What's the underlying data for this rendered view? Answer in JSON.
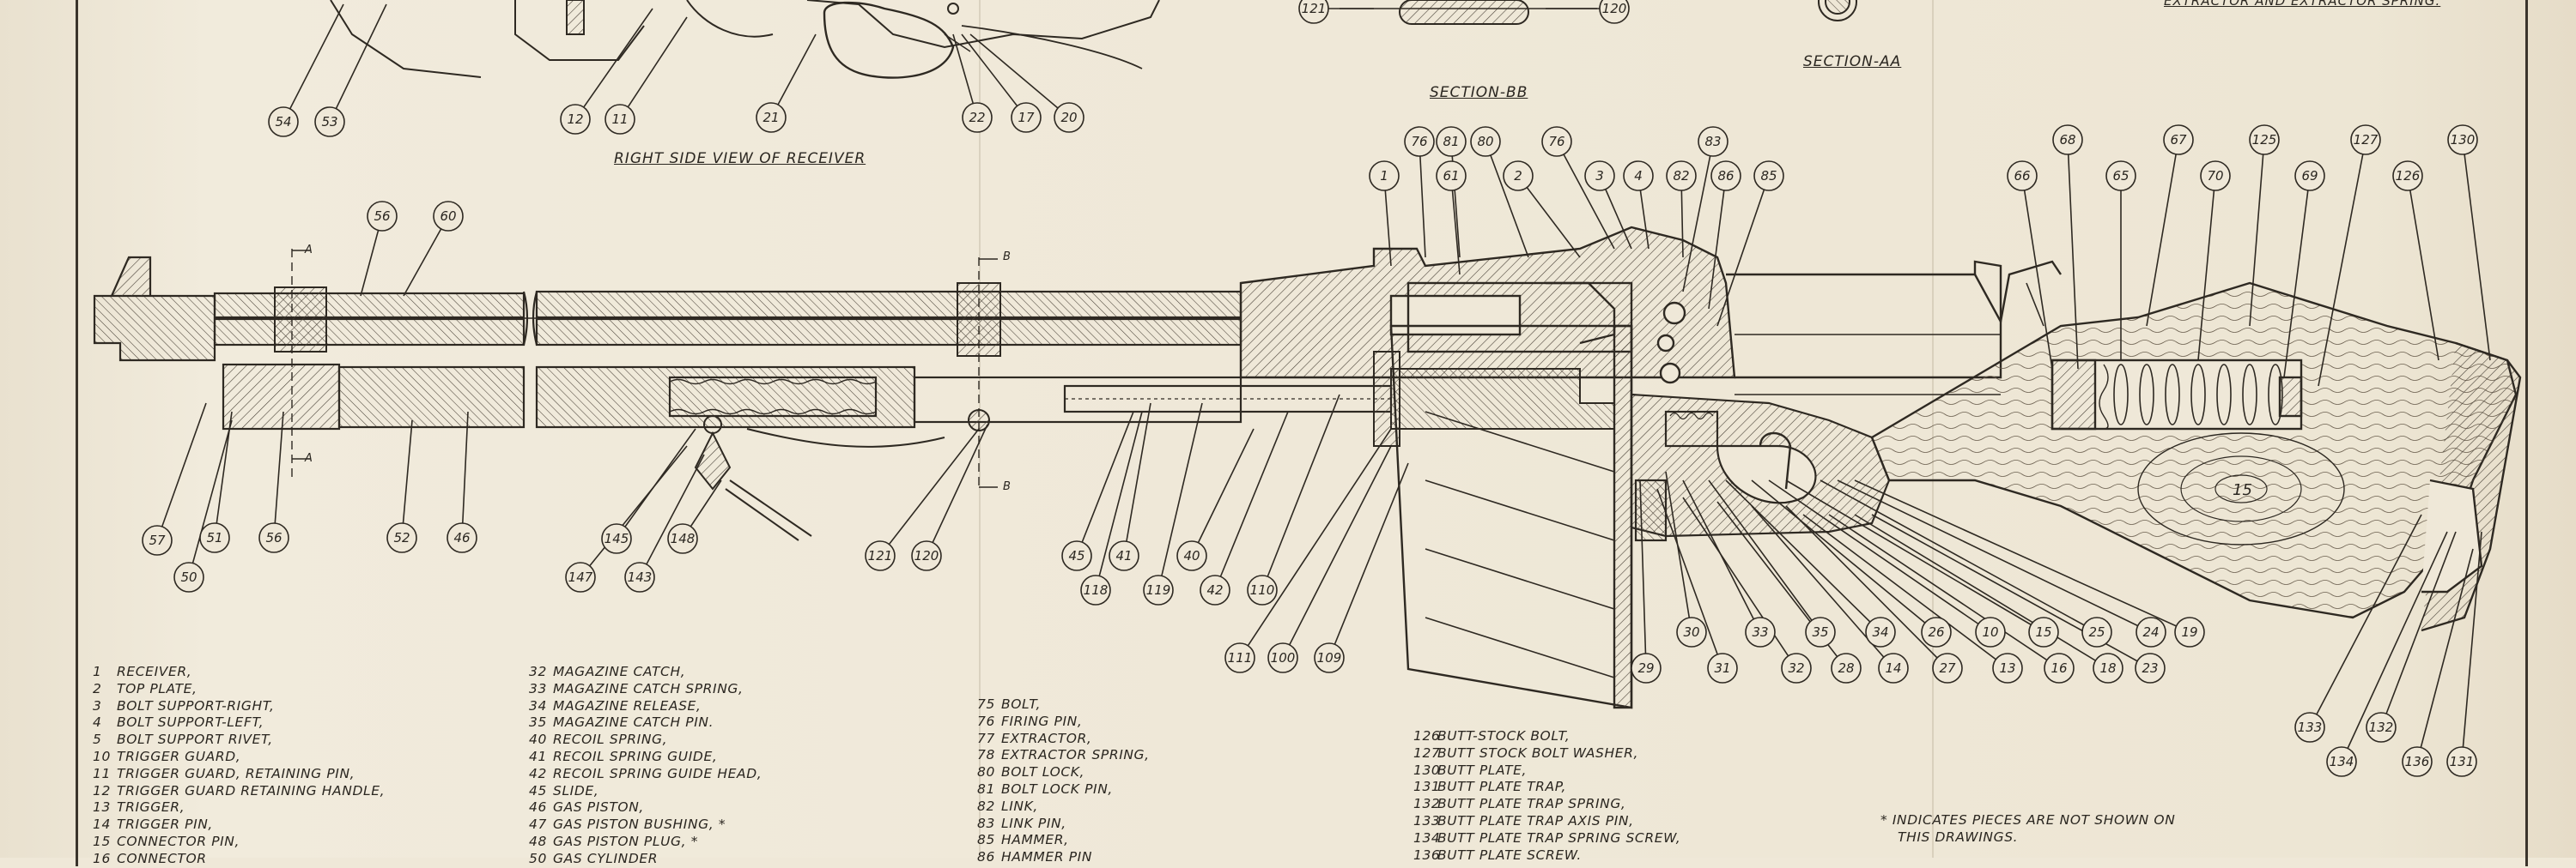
{
  "captions": {
    "right_side_view": "RIGHT SIDE VIEW OF RECEIVER",
    "section_bb": "SECTION-BB",
    "section_aa": "SECTION-AA",
    "top_right_partial": "EXTRACTOR AND EXTRACTOR SPRING."
  },
  "section_marks": {
    "a_top": "A",
    "a_bottom": "A",
    "b_top": "B",
    "b_bottom": "B"
  },
  "legend_col1": [
    {
      "num": "1",
      "name": "RECEIVER,"
    },
    {
      "num": "2",
      "name": "TOP PLATE,"
    },
    {
      "num": "3",
      "name": "BOLT SUPPORT-RIGHT,"
    },
    {
      "num": "4",
      "name": "BOLT SUPPORT-LEFT,"
    },
    {
      "num": "5",
      "name": "BOLT SUPPORT RIVET,"
    },
    {
      "num": "10",
      "name": "TRIGGER GUARD,"
    },
    {
      "num": "11",
      "name": "TRIGGER GUARD, RETAINING PIN,"
    },
    {
      "num": "12",
      "name": "TRIGGER GUARD RETAINING HANDLE,"
    },
    {
      "num": "13",
      "name": "TRIGGER,"
    },
    {
      "num": "14",
      "name": "TRIGGER PIN,"
    },
    {
      "num": "15",
      "name": "CONNECTOR PIN,"
    },
    {
      "num": "16",
      "name": "CONNECTOR"
    }
  ],
  "legend_col2": [
    {
      "num": "32",
      "name": "MAGAZINE CATCH,"
    },
    {
      "num": "33",
      "name": "MAGAZINE CATCH SPRING,"
    },
    {
      "num": "34",
      "name": "MAGAZINE RELEASE,"
    },
    {
      "num": "35",
      "name": "MAGAZINE CATCH PIN."
    },
    {
      "num": "40",
      "name": "RECOIL SPRING,"
    },
    {
      "num": "41",
      "name": "RECOIL SPRING GUIDE,"
    },
    {
      "num": "42",
      "name": "RECOIL SPRING GUIDE HEAD,"
    },
    {
      "num": "45",
      "name": "SLIDE,"
    },
    {
      "num": "46",
      "name": "GAS PISTON,"
    },
    {
      "num": "47",
      "name": "GAS PISTON BUSHING, *"
    },
    {
      "num": "48",
      "name": "GAS PISTON PLUG, *"
    },
    {
      "num": "50",
      "name": "GAS CYLINDER"
    }
  ],
  "legend_col3": [
    {
      "num": "75",
      "name": "BOLT,"
    },
    {
      "num": "76",
      "name": "FIRING PIN,"
    },
    {
      "num": "77",
      "name": "EXTRACTOR,"
    },
    {
      "num": "78",
      "name": "EXTRACTOR SPRING,"
    },
    {
      "num": "80",
      "name": "BOLT LOCK,"
    },
    {
      "num": "81",
      "name": "BOLT LOCK PIN,"
    },
    {
      "num": "82",
      "name": "LINK,"
    },
    {
      "num": "83",
      "name": "LINK PIN,"
    },
    {
      "num": "85",
      "name": "HAMMER,"
    },
    {
      "num": "86",
      "name": "HAMMER PIN"
    }
  ],
  "legend_col4": [
    {
      "num": "126",
      "name": "BUTT-STOCK BOLT,"
    },
    {
      "num": "127",
      "name": "BUTT STOCK BOLT WASHER,"
    },
    {
      "num": "130",
      "name": "BUTT PLATE,"
    },
    {
      "num": "131",
      "name": "BUTT PLATE TRAP,"
    },
    {
      "num": "132",
      "name": "BUTT PLATE TRAP SPRING,"
    },
    {
      "num": "133",
      "name": "BUTT PLATE TRAP AXIS PIN,"
    },
    {
      "num": "134",
      "name": "BUTT PLATE TRAP SPRING SCREW,"
    },
    {
      "num": "136",
      "name": "BUTT PLATE SCREW."
    }
  ],
  "note": {
    "line1": "* INDICATES PIECES ARE NOT SHOWN ON",
    "line2": "THIS DRAWINGS."
  },
  "callouts": [
    {
      "label": "54"
    },
    {
      "label": "53"
    },
    {
      "label": "12"
    },
    {
      "label": "11"
    },
    {
      "label": "21"
    },
    {
      "label": "22"
    },
    {
      "label": "17"
    },
    {
      "label": "20"
    },
    {
      "label": "121"
    },
    {
      "label": "120"
    },
    {
      "label": "76"
    },
    {
      "label": "81"
    },
    {
      "label": "80"
    },
    {
      "label": "1"
    },
    {
      "label": "61"
    },
    {
      "label": "2"
    },
    {
      "label": "76"
    },
    {
      "label": "3"
    },
    {
      "label": "4"
    },
    {
      "label": "82"
    },
    {
      "label": "83"
    },
    {
      "label": "86"
    },
    {
      "label": "85"
    },
    {
      "label": "68"
    },
    {
      "label": "67"
    },
    {
      "label": "125"
    },
    {
      "label": "127"
    },
    {
      "label": "130"
    },
    {
      "label": "66"
    },
    {
      "label": "65"
    },
    {
      "label": "70"
    },
    {
      "label": "69"
    },
    {
      "label": "126"
    },
    {
      "label": "56"
    },
    {
      "label": "60"
    },
    {
      "label": "57"
    },
    {
      "label": "51"
    },
    {
      "label": "56"
    },
    {
      "label": "52"
    },
    {
      "label": "46"
    },
    {
      "label": "50"
    },
    {
      "label": "145"
    },
    {
      "label": "148"
    },
    {
      "label": "147"
    },
    {
      "label": "143"
    },
    {
      "label": "121"
    },
    {
      "label": "120"
    },
    {
      "label": "45"
    },
    {
      "label": "41"
    },
    {
      "label": "40"
    },
    {
      "label": "118"
    },
    {
      "label": "119"
    },
    {
      "label": "42"
    },
    {
      "label": "110"
    },
    {
      "label": "111"
    },
    {
      "label": "100"
    },
    {
      "label": "109"
    },
    {
      "label": "30"
    },
    {
      "label": "33"
    },
    {
      "label": "35"
    },
    {
      "label": "34"
    },
    {
      "label": "26"
    },
    {
      "label": "10"
    },
    {
      "label": "15"
    },
    {
      "label": "25"
    },
    {
      "label": "24"
    },
    {
      "label": "19"
    },
    {
      "label": "29"
    },
    {
      "label": "31"
    },
    {
      "label": "32"
    },
    {
      "label": "28"
    },
    {
      "label": "14"
    },
    {
      "label": "27"
    },
    {
      "label": "13"
    },
    {
      "label": "16"
    },
    {
      "label": "18"
    },
    {
      "label": "23"
    },
    {
      "label": "133"
    },
    {
      "label": "134"
    },
    {
      "label": "132"
    },
    {
      "label": "136"
    },
    {
      "label": "131"
    }
  ],
  "stock_mark": "15"
}
